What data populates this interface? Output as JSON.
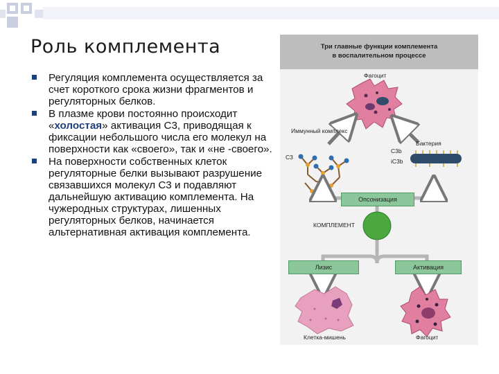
{
  "slide": {
    "title": "Роль комплемента",
    "bullets": [
      {
        "text": "Регуляция комплемента осуществляется за счет короткого срока жизни фрагментов и регуляторных белков."
      },
      {
        "before": "В плазме крови постоянно происходит «",
        "highlight": "холостая",
        "after": "» активация С3, приводящая к фиксации небольшого числа его молекул на поверхности как «своего», так и «не -своего»."
      },
      {
        "text": "На поверхности собственных клеток регуляторные белки вызывают разрушение связавшихся молекул С3 и подавляют дальнейшую активацию комплемента. На чужеродных структурах, лишенных регуляторных белков, начинается альтернативная активация комплемента."
      }
    ]
  },
  "figure": {
    "header_line1": "Три главные функции комплемента",
    "header_line2": "в воспалительном процессе",
    "labels": {
      "phagocyte_top": "Фагоцит",
      "immune_complex": "Иммунный комплекс",
      "c3": "С3",
      "bacterium": "Бактерия",
      "c3b": "С3b",
      "ic3b": "iC3b",
      "opsonization": "Опсонизация",
      "complement": "КОМПЛЕМЕНТ",
      "lysis": "Лизис",
      "activation": "Активация",
      "target_cell": "Клетка-мишень",
      "phagocyte_bottom": "Фагоцит"
    },
    "colors": {
      "box_green": "#8bc79b",
      "complement_circle": "#4aa83e",
      "cell_pink": "#e07fa0",
      "lysed_cell": "#e8a0bf",
      "bacterium": "#2f4d6b"
    }
  }
}
